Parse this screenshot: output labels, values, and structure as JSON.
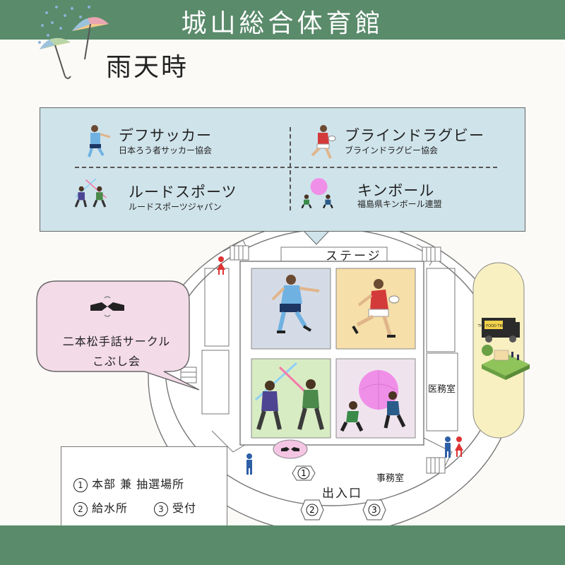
{
  "header": {
    "title": "城山総合体育館",
    "subtitle": "雨天時"
  },
  "sports": [
    {
      "name": "デフサッカー",
      "org": "日本ろう者サッカー協会",
      "icon": "soccer-player-icon"
    },
    {
      "name": "ブラインドラグビー",
      "org": "ブラインドラグビー協会",
      "icon": "rugby-player-icon"
    },
    {
      "name": "ルードスポーツ",
      "org": "ルードスポーツジャパン",
      "icon": "saber-fighters-icon"
    },
    {
      "name": "キンボール",
      "org": "福島県キンボール連盟",
      "icon": "kin-ball-icon"
    }
  ],
  "venue": {
    "stage": "ステージ",
    "medical_room": "医務室",
    "office": "事務室",
    "entrance": "出入口",
    "markers": [
      "1",
      "2",
      "3"
    ]
  },
  "bubble": {
    "title": "二本松手話サークル",
    "subtitle": "こぶし会",
    "icon": "sign-language-hands-icon"
  },
  "info": {
    "line1": {
      "num": "1",
      "text": "本部 兼 抽選場所"
    },
    "line2": {
      "num": "2",
      "text": "給水所"
    },
    "line3": {
      "num": "3",
      "text": "受付"
    }
  },
  "food_truck": {
    "sign": "THE FOOD TRUCK",
    "icon": "food-truck-icon"
  },
  "colors": {
    "header_green": "#5a8b6b",
    "legend_blue": "#cfe3ea",
    "court_soccer": "#d5dbe6",
    "court_rugby": "#f6dfa8",
    "court_saber": "#d8ecc4",
    "court_kinball": "#efe4ee",
    "bubble_pink": "#f4dbe8",
    "kinball_pink": "#f08fe8",
    "truck_area": "#f8f0c0"
  }
}
